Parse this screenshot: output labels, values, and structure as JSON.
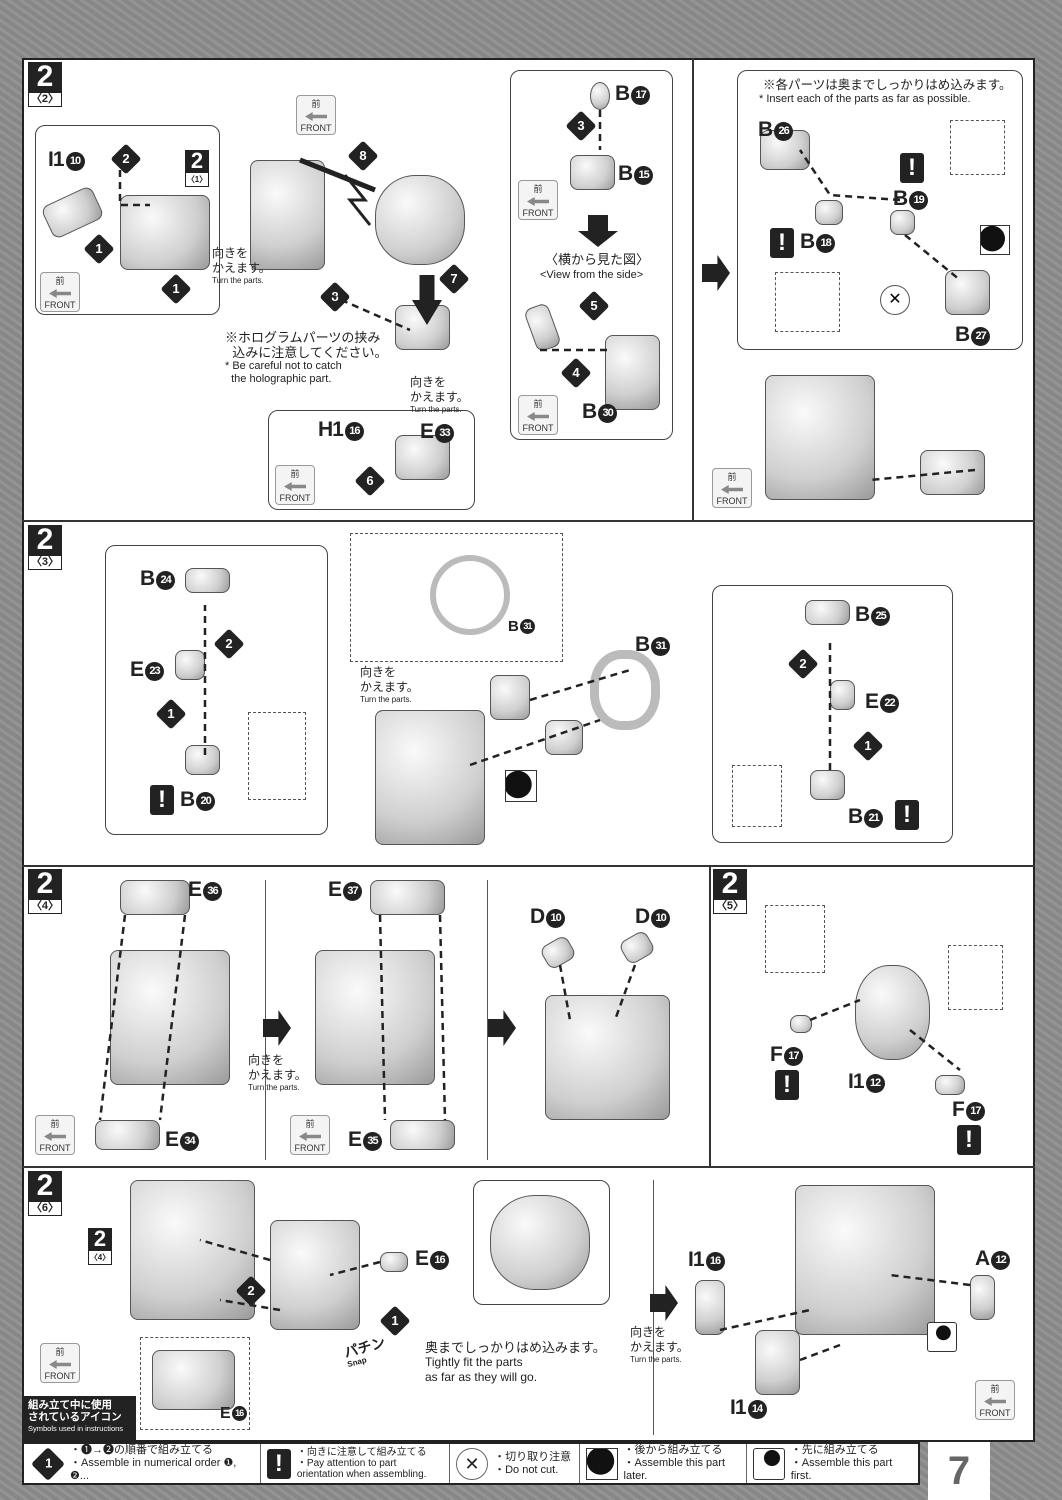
{
  "page_number": "7",
  "sections": {
    "s2_2": {
      "num": "2",
      "sub": "〈2〉"
    },
    "s2_1ref": {
      "num": "2",
      "sub": "〈1〉"
    },
    "s2_3": {
      "num": "2",
      "sub": "〈3〉"
    },
    "s2_4": {
      "num": "2",
      "sub": "〈4〉"
    },
    "s2_5": {
      "num": "2",
      "sub": "〈5〉"
    },
    "s2_6": {
      "num": "2",
      "sub": "〈6〉"
    },
    "s2_4ref": {
      "num": "2",
      "sub": "〈4〉"
    }
  },
  "front": {
    "jp": "前",
    "en": "FRONT"
  },
  "turn": {
    "jp1": "向きを",
    "jp2": "かえます。",
    "en": "Turn the parts."
  },
  "notes": {
    "holo_jp1": "※ホログラムパーツの挟み",
    "holo_jp2": "込みに注意してください。",
    "holo_en1": "* Be careful not to catch",
    "holo_en2": "the holographic part.",
    "side_jp": "〈横から見た図〉",
    "side_en": "<View from the side>",
    "insert_jp": "※各パーツは奥までしっかりはめ込みます。",
    "insert_en": "* Insert each of the parts as far as possible.",
    "tight_jp": "奥までしっかりはめ込みます。",
    "tight_en1": "Tightly fit the parts",
    "tight_en2": "as far as they will go.",
    "snap_jp": "パチン",
    "snap_en": "Snap"
  },
  "parts": {
    "i1_10": [
      "I1",
      "10"
    ],
    "h1_16": [
      "H1",
      "16"
    ],
    "e33": [
      "E",
      "33"
    ],
    "b17": [
      "B",
      "17"
    ],
    "b15": [
      "B",
      "15"
    ],
    "b30": [
      "B",
      "30"
    ],
    "b26": [
      "B",
      "26"
    ],
    "b19": [
      "B",
      "19"
    ],
    "b18": [
      "B",
      "18"
    ],
    "b27": [
      "B",
      "27"
    ],
    "b24": [
      "B",
      "24"
    ],
    "e23": [
      "E",
      "23"
    ],
    "b20": [
      "B",
      "20"
    ],
    "b31a": [
      "B",
      "31"
    ],
    "b31b": [
      "B",
      "31"
    ],
    "b25": [
      "B",
      "25"
    ],
    "e22": [
      "E",
      "22"
    ],
    "b21": [
      "B",
      "21"
    ],
    "e36": [
      "E",
      "36"
    ],
    "e34": [
      "E",
      "34"
    ],
    "e37": [
      "E",
      "37"
    ],
    "e35": [
      "E",
      "35"
    ],
    "d10a": [
      "D",
      "10"
    ],
    "d10b": [
      "D",
      "10"
    ],
    "f17a": [
      "F",
      "17"
    ],
    "f17b": [
      "F",
      "17"
    ],
    "i1_12": [
      "I1",
      "12"
    ],
    "e16a": [
      "E",
      "16"
    ],
    "e16b": [
      "E",
      "16"
    ],
    "i1_16": [
      "I1",
      "16"
    ],
    "a12": [
      "A",
      "12"
    ],
    "i1_14": [
      "I1",
      "14"
    ]
  },
  "d": {
    "1": "1",
    "2": "2",
    "3": "3",
    "4": "4",
    "5": "5",
    "6": "6",
    "7": "7",
    "8": "8"
  },
  "excl": "!",
  "icon_box": {
    "jp1": "組み立て中に使用",
    "jp2": "されているアイコン",
    "en": "Symbols used in instructions"
  },
  "legend": [
    {
      "icon": "step-diamond-icon",
      "jp": "・❶→❷の順番で組み立てる",
      "en": "・Assemble in numerical order ❶, ❷..."
    },
    {
      "icon": "exclamation-icon",
      "jp": "・向きに注意して組み立てる",
      "en": "・Pay attention to part orientation when assembling."
    },
    {
      "icon": "do-not-cut-icon",
      "jp": "・切り取り注意",
      "en": "・Do not cut."
    },
    {
      "icon": "assemble-later-icon",
      "jp": "・後から組み立てる",
      "en": "・Assemble this part later."
    },
    {
      "icon": "assemble-first-icon",
      "jp": "・先に組み立てる",
      "en": "・Assemble this part first."
    }
  ]
}
